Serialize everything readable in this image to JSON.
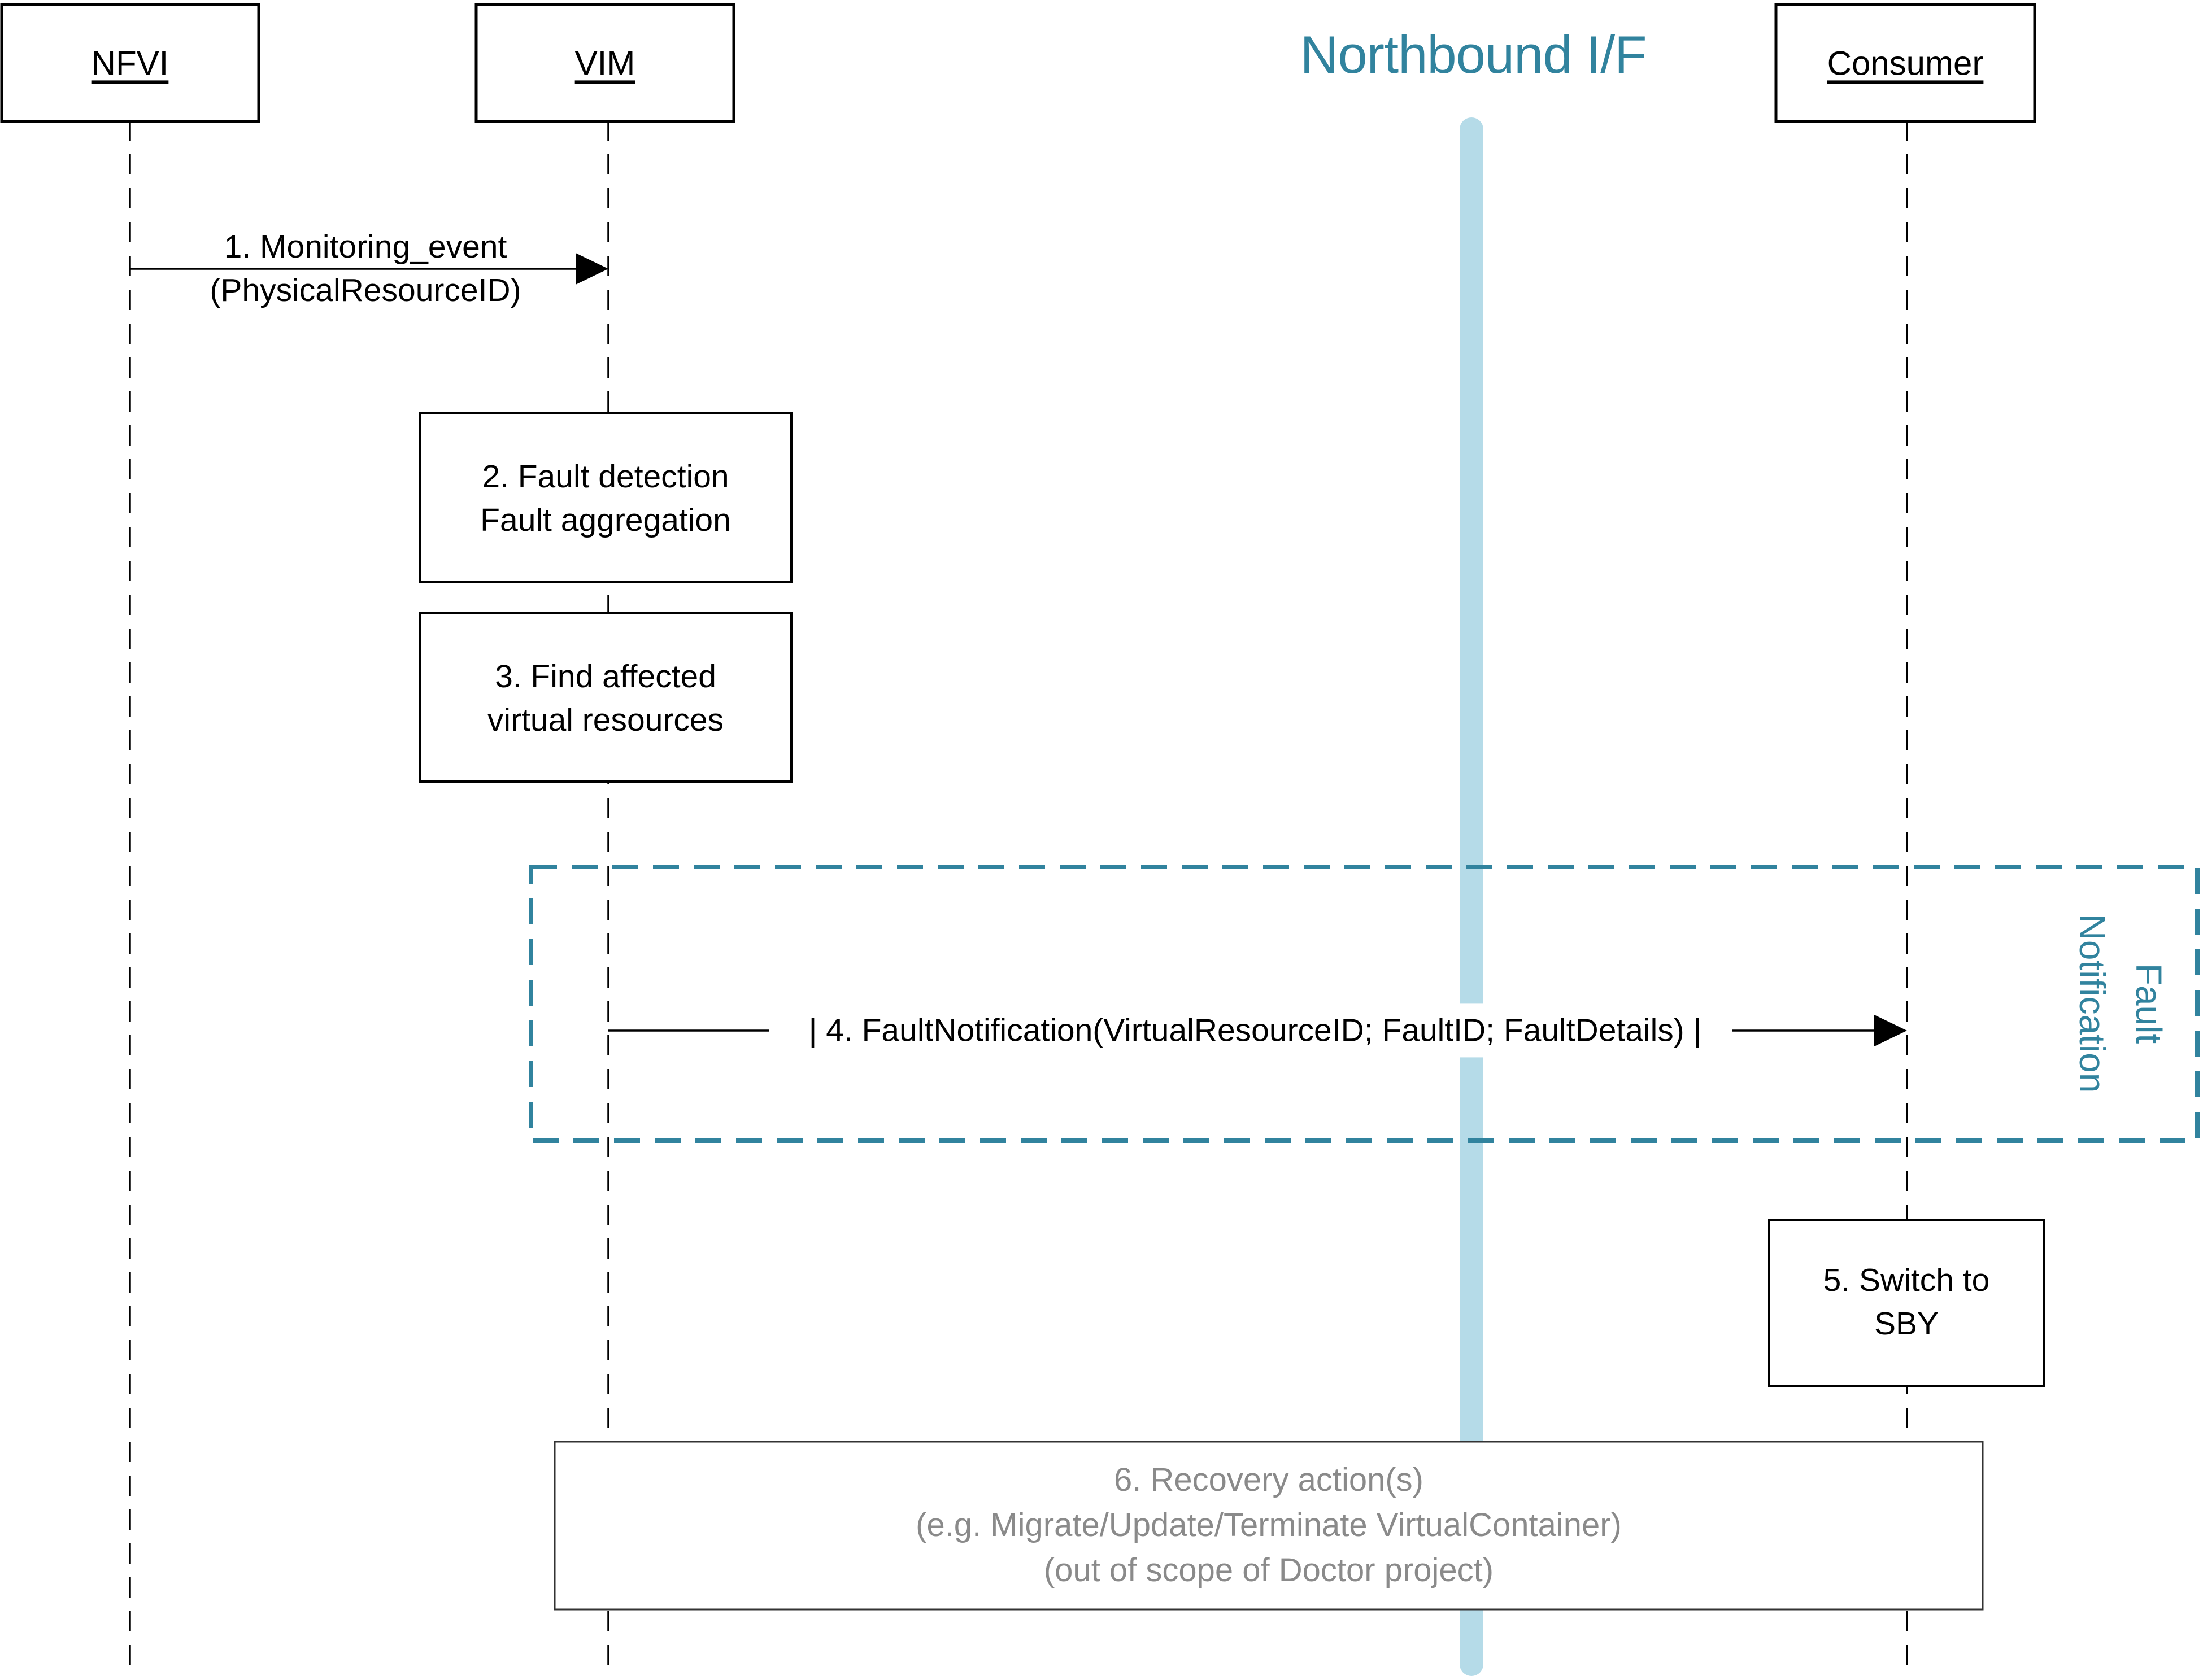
{
  "diagram": {
    "actors": [
      {
        "label": "NFVI"
      },
      {
        "label": "VIM"
      },
      {
        "label": "Consumer"
      }
    ],
    "interface": {
      "title": "Northbound I/F"
    },
    "messages": {
      "m1": {
        "line1": "1. Monitoring_event",
        "line2": "(PhysicalResourceID)"
      },
      "m4": {
        "label": "| 4. FaultNotification(VirtualResourceID; FaultID; FaultDetails) |"
      }
    },
    "steps": {
      "step2": {
        "line1": "2. Fault detection",
        "line2": "Fault aggregation"
      },
      "step3": {
        "line1": "3. Find affected",
        "line2": "virtual resources"
      },
      "step5": {
        "line1": "5. Switch to",
        "line2": "SBY"
      },
      "step6": {
        "line1": "6. Recovery action(s)",
        "line2": "(e.g. Migrate/Update/Terminate VirtualContainer)",
        "line3": "(out of scope of Doctor project)"
      }
    },
    "frame": {
      "line1": "Fault",
      "line2": "Notification"
    },
    "colors": {
      "teal": "#31839E",
      "bar": "#B5DBE8",
      "gray_text": "#8A8A8A"
    }
  }
}
